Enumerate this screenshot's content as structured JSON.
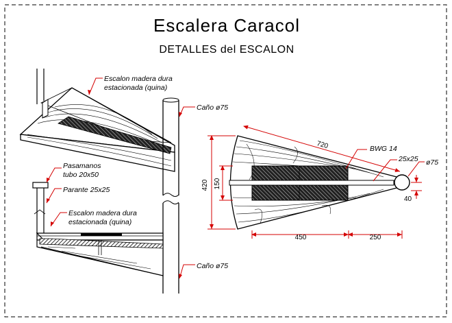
{
  "drawing": {
    "title": "Escalera Caracol",
    "subtitle": "DETALLES del ESCALON"
  },
  "left_view": {
    "label_tread_top": "Escalon madera dura",
    "label_tread_top_2": "estacionada (quina)",
    "label_pipe_top": "Caño ø75",
    "label_handrail": "Pasamanos",
    "label_handrail_2": "tubo 20x50",
    "label_baluster": "Parante 25x25",
    "label_tread_side": "Escalon madera dura",
    "label_tread_side_2": "estacionada (quina)",
    "label_pipe_bottom": "Caño ø75"
  },
  "plan_view": {
    "label_bwg": "BWG 14",
    "label_square": "25x25",
    "label_pipe_diam": "ø75",
    "dim_diagonal": "720",
    "dim_height_total": "420",
    "dim_height_inner": "150",
    "dim_pipe_offset": "40",
    "dim_bottom_left": "450",
    "dim_bottom_right": "250"
  },
  "colors": {
    "line": "#000000",
    "dimension": "#d40000"
  }
}
